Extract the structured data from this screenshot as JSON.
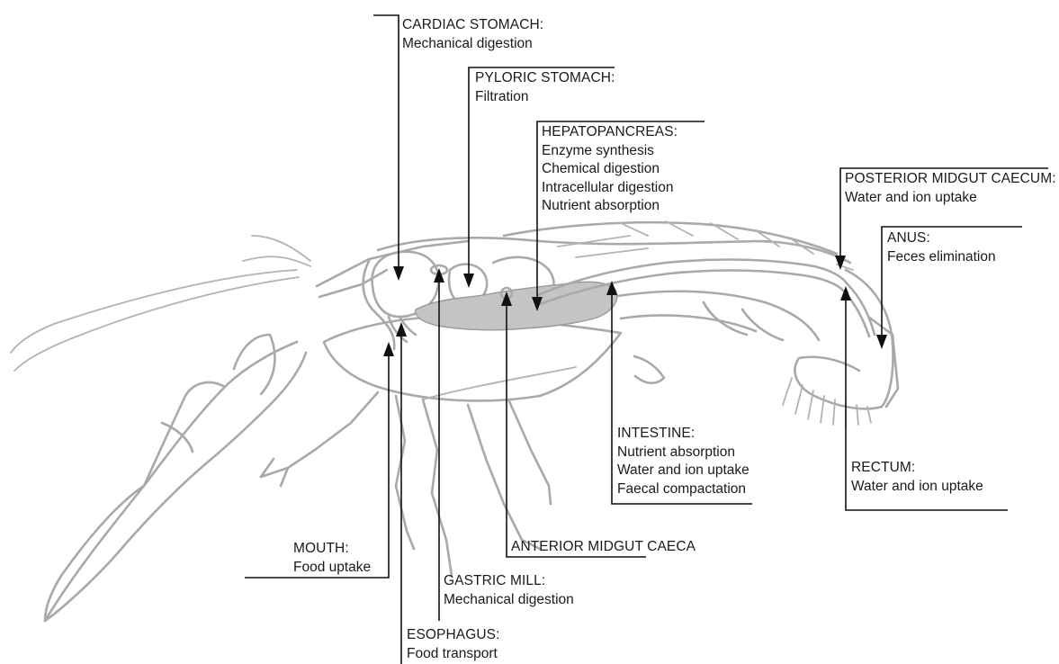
{
  "labels": {
    "cardiac_stomach": {
      "name": "CARDIAC STOMACH:",
      "functions": [
        "Mechanical digestion"
      ]
    },
    "pyloric_stomach": {
      "name": "PYLORIC STOMACH:",
      "functions": [
        "Filtration"
      ]
    },
    "hepatopancreas": {
      "name": "HEPATOPANCREAS:",
      "functions": [
        "Enzyme synthesis",
        "Chemical digestion",
        "Intracellular digestion",
        "Nutrient absorption"
      ]
    },
    "posterior_midgut_caecum": {
      "name": "POSTERIOR MIDGUT CAECUM:",
      "functions": [
        "Water and ion uptake"
      ]
    },
    "anus": {
      "name": "ANUS:",
      "functions": [
        "Feces elimination"
      ]
    },
    "intestine": {
      "name": "INTESTINE:",
      "functions": [
        "Nutrient absorption",
        "Water and ion uptake",
        "Faecal compactation"
      ]
    },
    "rectum": {
      "name": "RECTUM:",
      "functions": [
        "Water and ion uptake"
      ]
    },
    "anterior_midgut_caeca": {
      "name": "ANTERIOR MIDGUT CAECA",
      "functions": []
    },
    "mouth": {
      "name": "MOUTH:",
      "functions": [
        "Food uptake"
      ]
    },
    "gastric_mill": {
      "name": "GASTRIC MILL:",
      "functions": [
        "Mechanical digestion"
      ]
    },
    "esophagus": {
      "name": "ESOPHAGUS:",
      "functions": [
        "Food transport"
      ]
    }
  },
  "colors": {
    "outline": "#a9a9a9",
    "gland_fill": "#c4c4c4",
    "leader": "#111111",
    "text": "#1a1a1a"
  }
}
